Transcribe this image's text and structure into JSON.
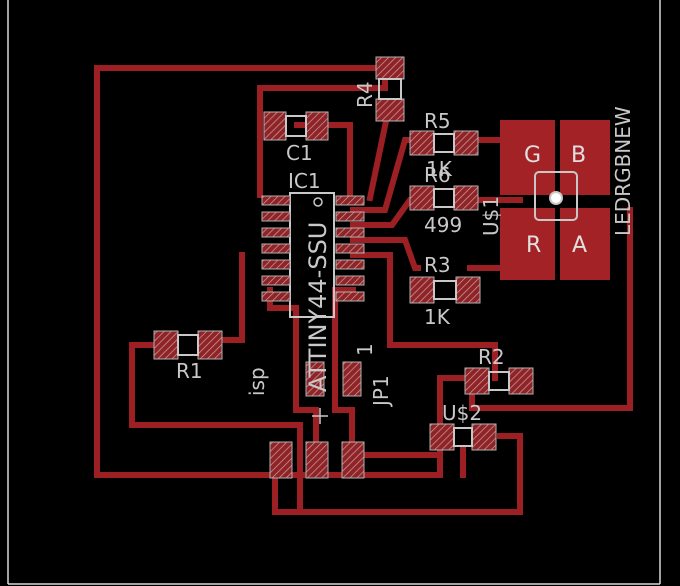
{
  "board": {
    "colors": {
      "background": "#000000",
      "copper": "#9c1f24",
      "silkscreen": "#c8c8c8"
    },
    "labels": {
      "r4": "R4",
      "r5": "R5",
      "r5_value": "1K",
      "r6": "R6",
      "r6_value": "499",
      "c1": "C1",
      "ic1": "IC1",
      "ic1_part": "ATTINY44-SSU",
      "r3": "R3",
      "r3_value": "1K",
      "r1": "R1",
      "isp": "isp",
      "jp1": "JP1",
      "jp1_pin": "1",
      "r2": "R2",
      "u2": "U$2",
      "u1": "U$1",
      "led": "LEDRGBNEW",
      "pad_g": "G",
      "pad_b": "B",
      "pad_r": "R",
      "pad_a": "A"
    }
  }
}
